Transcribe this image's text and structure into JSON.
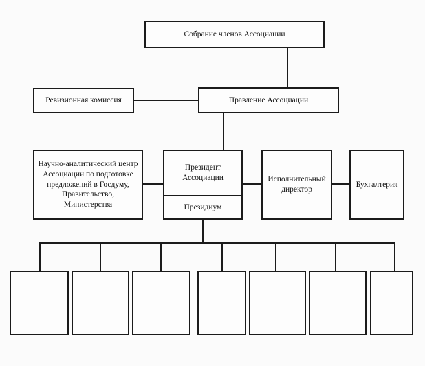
{
  "diagram": {
    "title_level1": "Собрание членов Ассоциации",
    "level2": {
      "left": "Ревизионная комиссия",
      "center": "Правление Ассоциации"
    },
    "level3": {
      "research_center": "Научно-аналитический центр Ассоциации по подготовке предложений в Госдуму, Правительство, Министерства",
      "president": "Президент Ассоциации",
      "presidium": "Президиум",
      "executive_director": "Исполнительный директор",
      "accounting": "Бухгалтерия"
    },
    "level4": [
      {
        "label": ""
      },
      {
        "label": ""
      },
      {
        "label": ""
      },
      {
        "label": ""
      },
      {
        "label": ""
      },
      {
        "label": ""
      },
      {
        "label": ""
      }
    ],
    "colors": {
      "border": "#1b1b1b",
      "box_fill": "#fdfdfd",
      "page_background": "#fbfbfb",
      "text": "#121212"
    }
  }
}
